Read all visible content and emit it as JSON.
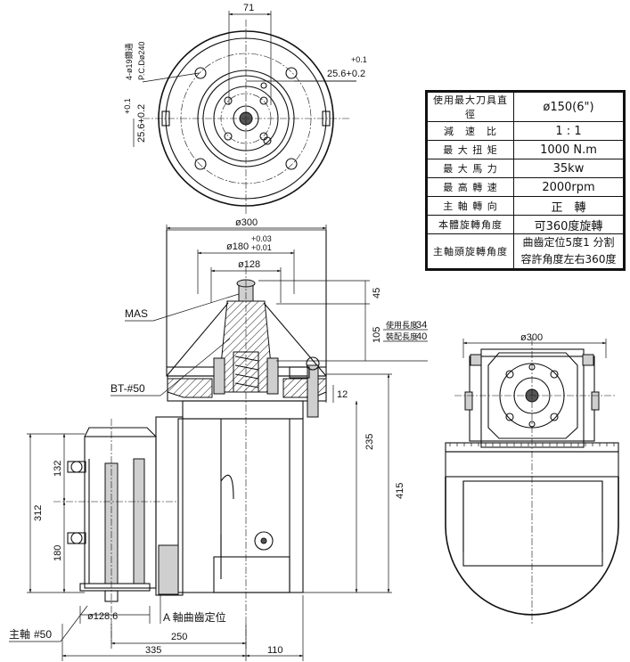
{
  "spec_table": {
    "rows": [
      {
        "key": "使用最大刀具直徑",
        "value": "ø150(6\")"
      },
      {
        "key": "減　速　比",
        "value": "1 : 1"
      },
      {
        "key": "最 大 扭 矩",
        "value": "1000 N.m"
      },
      {
        "key": "最 大 馬 力",
        "value": "35kw"
      },
      {
        "key": "最 高 轉 速",
        "value": "2000rpm"
      },
      {
        "key": "主 軸 轉 向",
        "value": "正　轉"
      },
      {
        "key": "本體旋轉角度",
        "value": "可360度旋轉"
      }
    ],
    "last_row": {
      "key": "主軸頭旋轉角度",
      "value_line1": "曲齒定位5度1 分割",
      "value_line2": "容許角度左右360度"
    }
  },
  "top_view": {
    "dim_width": "71",
    "holes_note": "4-ø19鑽通",
    "pcd_note": "P.C.Dø240",
    "tol_right_upper": "+0.1",
    "tol_right_lower": "25.6+0.2",
    "tol_left_upper": "+0.1",
    "tol_left_lower": "25.6+0.2"
  },
  "front_view": {
    "dia_300": "ø300",
    "dia_180": "ø180",
    "dia_180_tol_upper": "+0.03",
    "dia_180_tol_lower": "+0.01",
    "dia_128": "ø128",
    "dim_45": "45",
    "dim_105": "105",
    "use_length_label": "使用長度",
    "use_length_value": "34",
    "fit_length_label": "裝配長度",
    "fit_length_value": "40",
    "label_mas": "MAS",
    "label_bt": "BT-#50",
    "dim_12": "12",
    "dim_235": "235",
    "dim_415": "415",
    "dim_132": "132",
    "dim_312": "312",
    "dim_180": "180",
    "dia_128_6": "ø128.6",
    "spindle_label": "主軸",
    "spindle_no": "#50",
    "a_label": "A 軸曲齒定位",
    "dim_250": "250",
    "dim_335": "335",
    "dim_110": "110"
  },
  "side_view": {
    "dia_300": "ø300"
  }
}
